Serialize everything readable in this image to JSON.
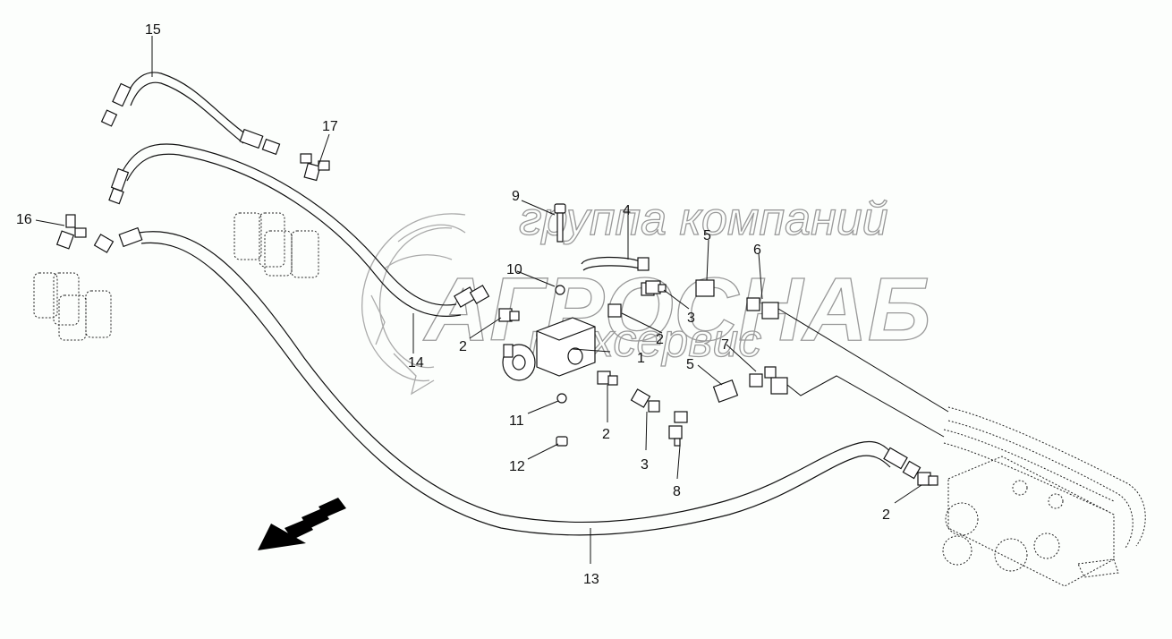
{
  "diagram": {
    "type": "exploded-parts-view",
    "subject": "hydraulic hoses and fittings with control valve block",
    "watermark": {
      "line1": "группа компаний",
      "line2": "АГРОСНАБ",
      "line3": "техсервис",
      "color": "#999999"
    },
    "direction_arrow": "arrow-pointing-forward-down-left",
    "callouts": [
      {
        "id": "c1",
        "label": "1",
        "part": "valve block with solenoid"
      },
      {
        "id": "c2a",
        "label": "2",
        "part": "adapter fitting"
      },
      {
        "id": "c2b",
        "label": "2",
        "part": "adapter fitting"
      },
      {
        "id": "c2c",
        "label": "2",
        "part": "adapter fitting"
      },
      {
        "id": "c2d",
        "label": "2",
        "part": "adapter fitting"
      },
      {
        "id": "c3a",
        "label": "3",
        "part": "elbow fitting"
      },
      {
        "id": "c3b",
        "label": "3",
        "part": "elbow fitting"
      },
      {
        "id": "c4",
        "label": "4",
        "part": "tube"
      },
      {
        "id": "c5a",
        "label": "5",
        "part": "adapter"
      },
      {
        "id": "c5b",
        "label": "5",
        "part": "adapter"
      },
      {
        "id": "c6",
        "label": "6",
        "part": "tee fitting"
      },
      {
        "id": "c7",
        "label": "7",
        "part": "tee fitting"
      },
      {
        "id": "c8",
        "label": "8",
        "part": "swivel elbow"
      },
      {
        "id": "c9",
        "label": "9",
        "part": "bolt"
      },
      {
        "id": "c10",
        "label": "10",
        "part": "washer"
      },
      {
        "id": "c11",
        "label": "11",
        "part": "washer"
      },
      {
        "id": "c12",
        "label": "12",
        "part": "nut"
      },
      {
        "id": "c13",
        "label": "13",
        "part": "long hose"
      },
      {
        "id": "c14",
        "label": "14",
        "part": "hose"
      },
      {
        "id": "c15",
        "label": "15",
        "part": "hose"
      },
      {
        "id": "c16",
        "label": "16",
        "part": "tee fitting"
      },
      {
        "id": "c17",
        "label": "17",
        "part": "tee fitting"
      }
    ]
  }
}
